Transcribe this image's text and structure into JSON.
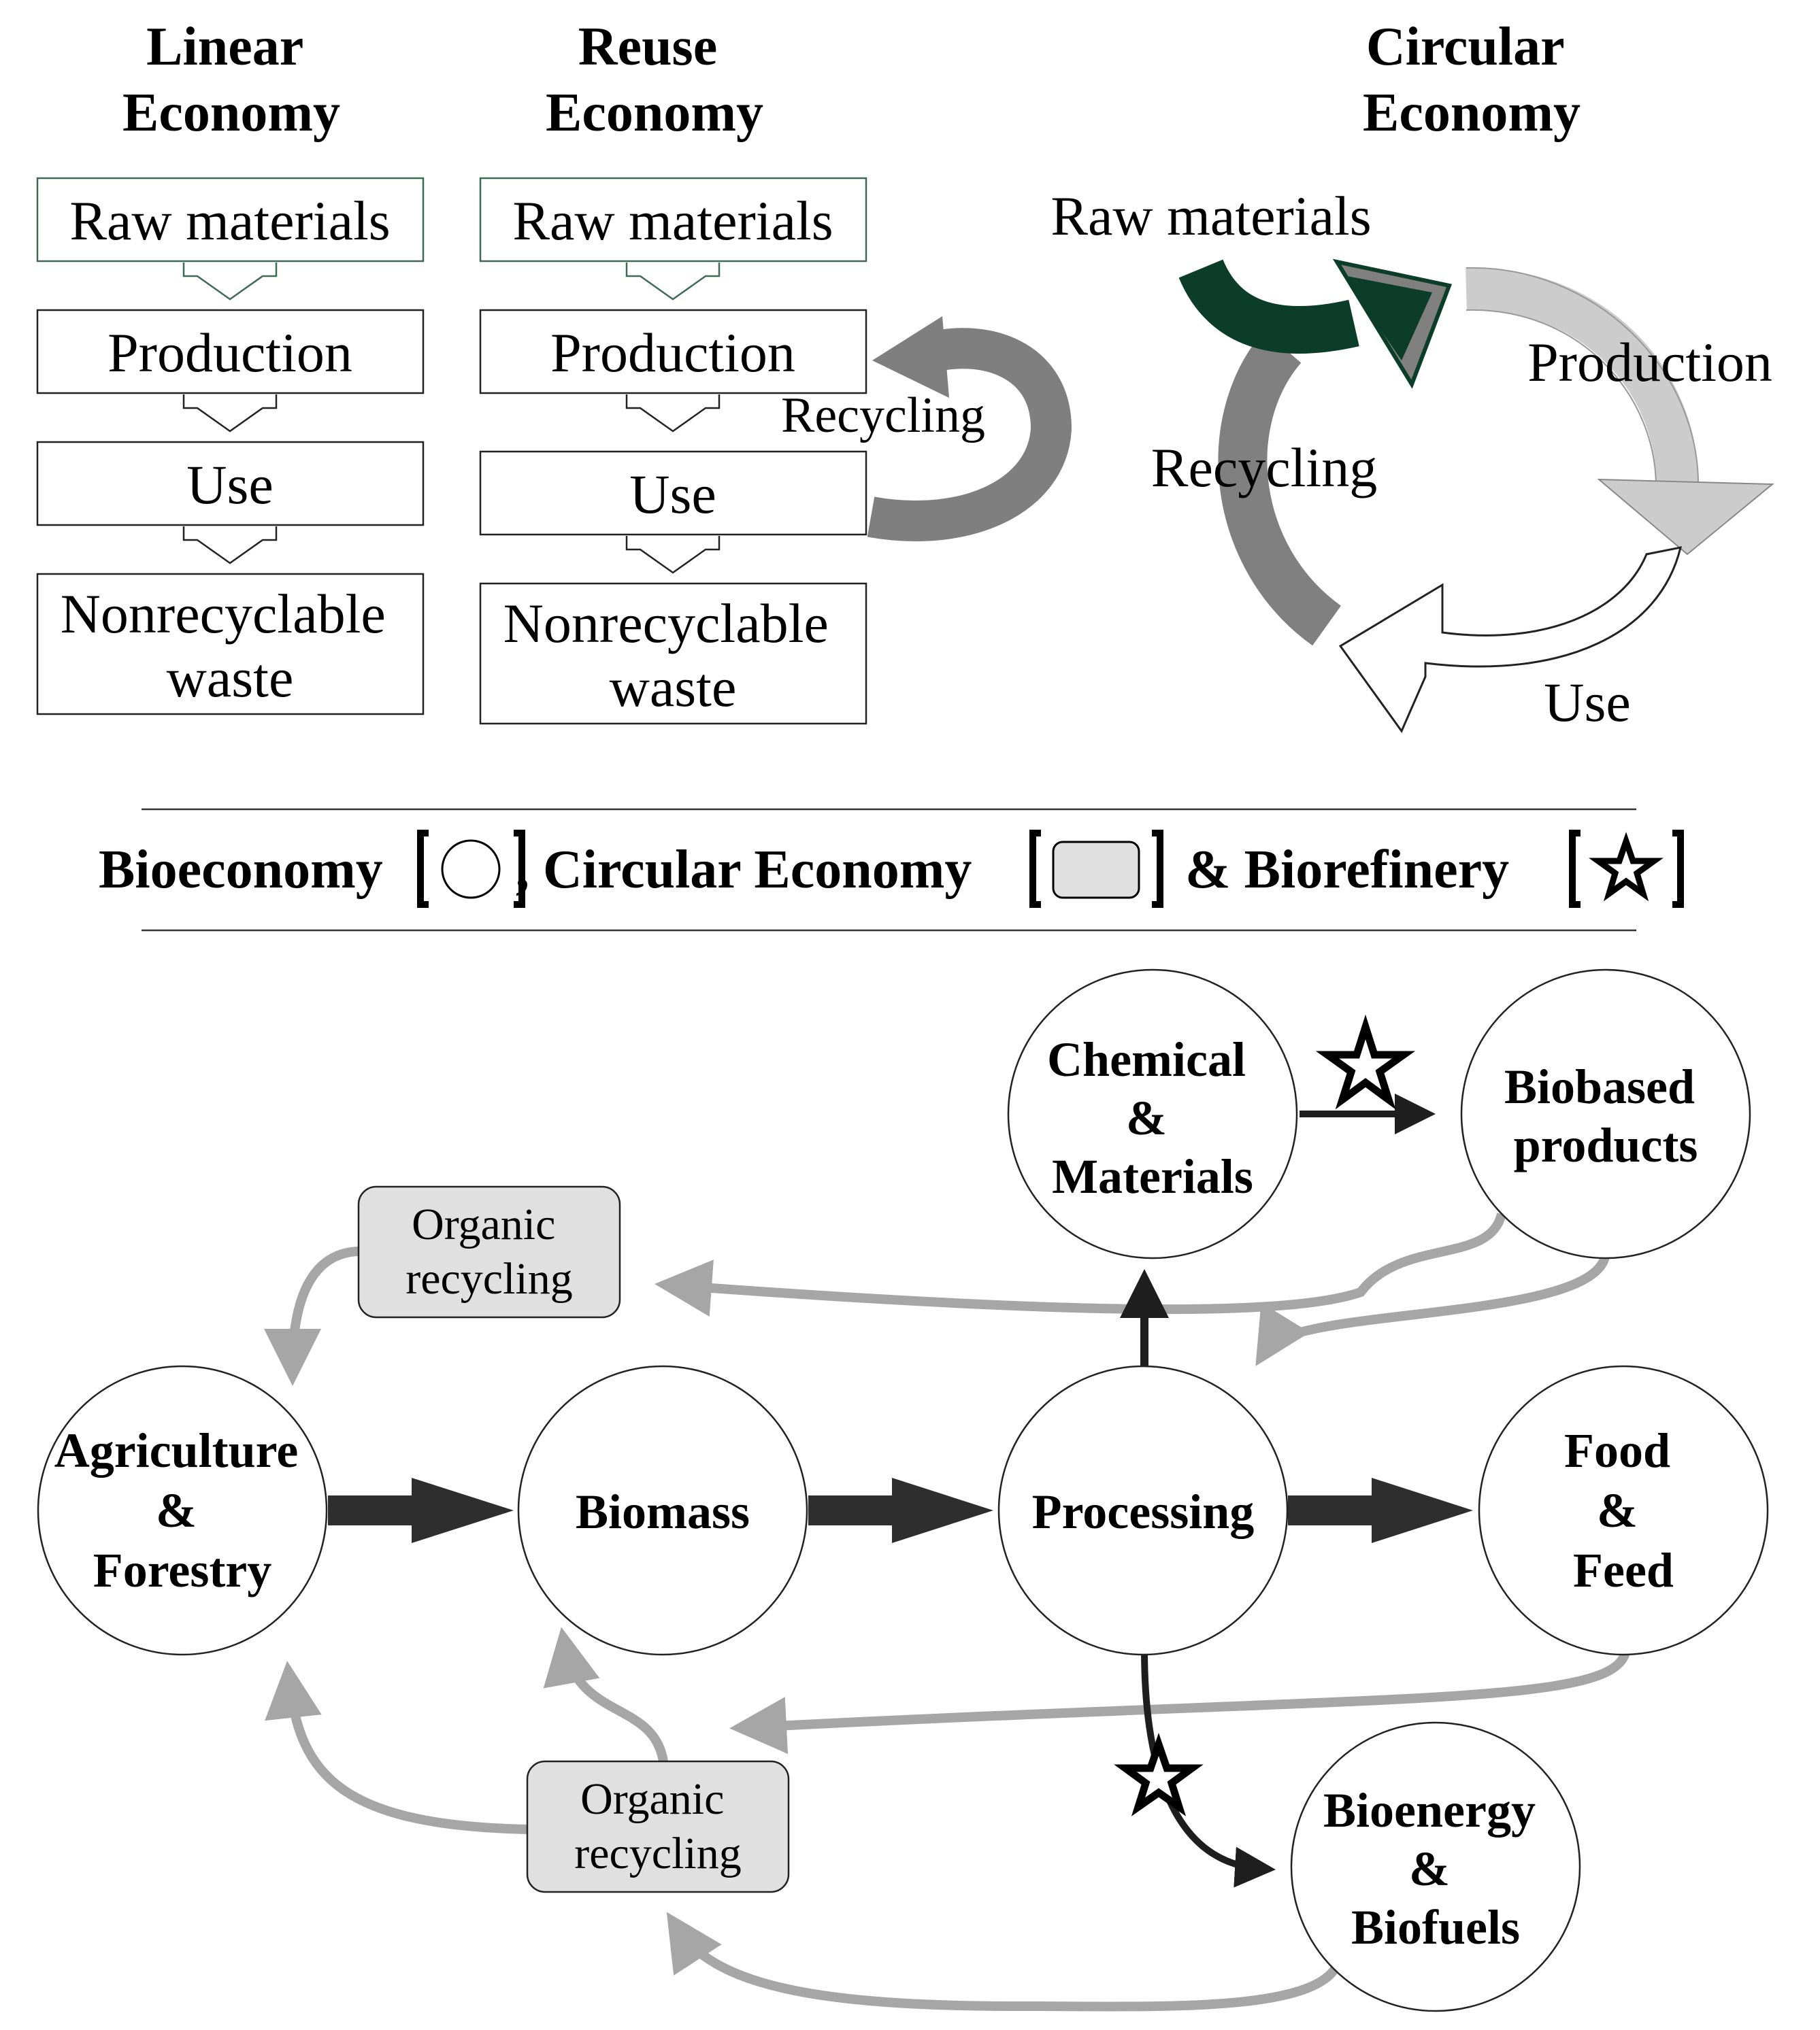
{
  "linear": {
    "title": [
      "Linear",
      "Economy"
    ],
    "boxes": [
      [
        "Raw materials"
      ],
      [
        "Production"
      ],
      [
        "Use"
      ],
      [
        "Nonrecyclable",
        "waste"
      ]
    ]
  },
  "reuse": {
    "title": [
      "Reuse",
      "Economy"
    ],
    "boxes": [
      [
        "Raw materials"
      ],
      [
        "Production"
      ],
      [
        "Use"
      ],
      [
        "Nonrecyclable",
        "waste"
      ]
    ],
    "loop_label": "Recycling"
  },
  "circular": {
    "title": [
      "Circular",
      "Economy"
    ],
    "raw": "Raw materials",
    "production": "Production",
    "recycling": "Recycling",
    "use": "Use"
  },
  "legend": {
    "bioeconomy": "Bioeconomy",
    "circular": ", Circular Economy",
    "biorefinery": "& Biorefinery"
  },
  "nodes": {
    "agri": [
      "Agriculture",
      "&",
      "Forestry"
    ],
    "biomass": [
      "Biomass"
    ],
    "processing": [
      "Processing"
    ],
    "food": [
      "Food",
      "&",
      "Feed"
    ],
    "chem": [
      "Chemical",
      "&",
      "Materials"
    ],
    "biobased": [
      "Biobased",
      "products"
    ],
    "bioenergy": [
      "Bioenergy",
      "&",
      "Biofuels"
    ],
    "org_top": [
      "Organic",
      "recycling"
    ],
    "org_bottom": [
      "Organic",
      "recycling"
    ]
  },
  "colors": {
    "dark_arrow": "#2e2e2e",
    "grey_flow": "#a6a6a6",
    "recycle_grey": "#7f7f7f",
    "raw_green": "#0b3d2a",
    "production_light": "#cccccc",
    "box_fill": "#e0e0e0",
    "outline_green": "#3f6b56"
  }
}
